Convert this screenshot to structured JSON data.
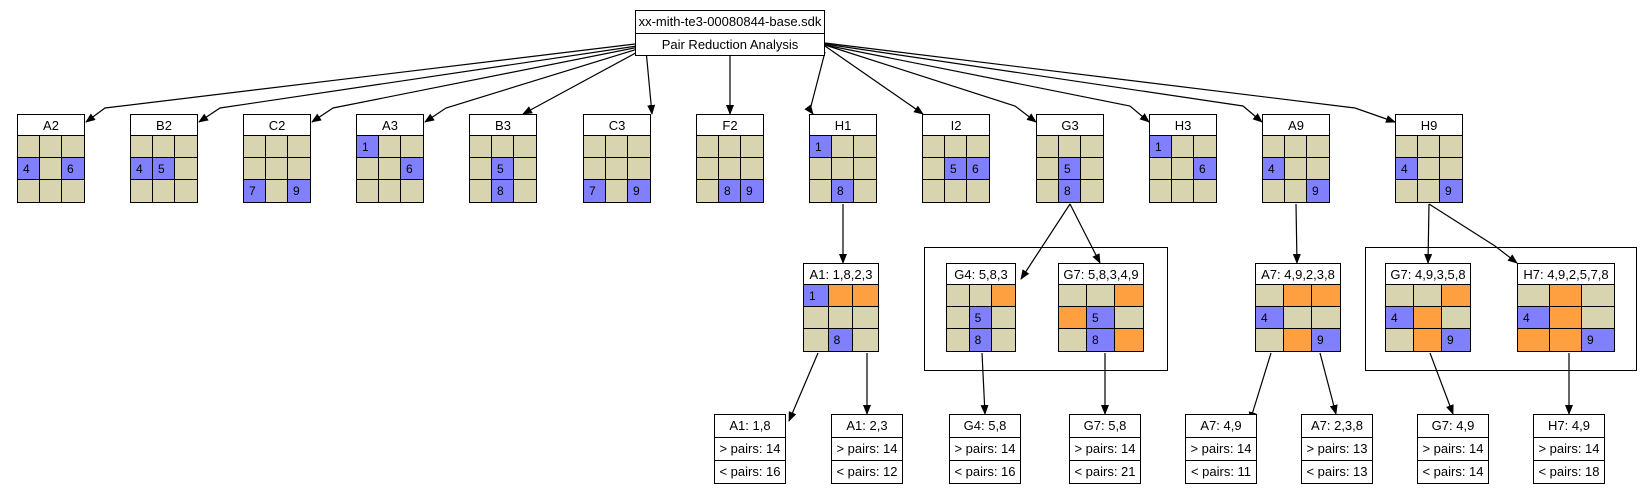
{
  "colors": {
    "cell": "#d8d4b0",
    "value": "#8080ff",
    "elim": "#ffa040",
    "line": "#000000"
  },
  "root": {
    "title": "xx-mith-te3-00080844-base.sdk",
    "subtitle": "Pair Reduction Analysis"
  },
  "nodes": [
    {
      "id": "A2",
      "label": "A2",
      "cells": [
        "",
        "",
        "",
        "4",
        "",
        "6",
        "",
        "",
        ""
      ],
      "hl": [
        0,
        0,
        0,
        1,
        0,
        1,
        0,
        0,
        0
      ]
    },
    {
      "id": "B2",
      "label": "B2",
      "cells": [
        "",
        "",
        "",
        "4",
        "5",
        "",
        "",
        "",
        ""
      ],
      "hl": [
        0,
        0,
        0,
        1,
        1,
        0,
        0,
        0,
        0
      ]
    },
    {
      "id": "C2",
      "label": "C2",
      "cells": [
        "",
        "",
        "",
        "",
        "",
        "",
        "7",
        "",
        "9"
      ],
      "hl": [
        0,
        0,
        0,
        0,
        0,
        0,
        1,
        0,
        1
      ]
    },
    {
      "id": "A3",
      "label": "A3",
      "cells": [
        "1",
        "",
        "",
        "",
        "",
        "6",
        "",
        "",
        ""
      ],
      "hl": [
        1,
        0,
        0,
        0,
        0,
        1,
        0,
        0,
        0
      ]
    },
    {
      "id": "B3",
      "label": "B3",
      "cells": [
        "",
        "",
        "",
        "",
        "5",
        "",
        "",
        "8",
        ""
      ],
      "hl": [
        0,
        0,
        0,
        0,
        1,
        0,
        0,
        1,
        0
      ]
    },
    {
      "id": "C3",
      "label": "C3",
      "cells": [
        "",
        "",
        "",
        "",
        "",
        "",
        "7",
        "",
        "9"
      ],
      "hl": [
        0,
        0,
        0,
        0,
        0,
        0,
        1,
        0,
        1
      ]
    },
    {
      "id": "F2",
      "label": "F2",
      "cells": [
        "",
        "",
        "",
        "",
        "",
        "",
        "",
        "8",
        "9"
      ],
      "hl": [
        0,
        0,
        0,
        0,
        0,
        0,
        0,
        1,
        1
      ]
    },
    {
      "id": "H1",
      "label": "H1",
      "cells": [
        "1",
        "",
        "",
        "",
        "",
        "",
        "",
        "8",
        ""
      ],
      "hl": [
        1,
        0,
        0,
        0,
        0,
        0,
        0,
        1,
        0
      ]
    },
    {
      "id": "I2",
      "label": "I2",
      "cells": [
        "",
        "",
        "",
        "",
        "5",
        "6",
        "",
        "",
        ""
      ],
      "hl": [
        0,
        0,
        0,
        0,
        1,
        1,
        0,
        0,
        0
      ]
    },
    {
      "id": "G3",
      "label": "G3",
      "cells": [
        "",
        "",
        "",
        "",
        "5",
        "",
        "",
        "8",
        ""
      ],
      "hl": [
        0,
        0,
        0,
        0,
        1,
        0,
        0,
        1,
        0
      ]
    },
    {
      "id": "H3",
      "label": "H3",
      "cells": [
        "1",
        "",
        "",
        "",
        "",
        "6",
        "",
        "",
        ""
      ],
      "hl": [
        1,
        0,
        0,
        0,
        0,
        1,
        0,
        0,
        0
      ]
    },
    {
      "id": "A9",
      "label": "A9",
      "cells": [
        "",
        "",
        "",
        "4",
        "",
        "",
        "",
        "",
        "9"
      ],
      "hl": [
        0,
        0,
        0,
        1,
        0,
        0,
        0,
        0,
        1
      ]
    },
    {
      "id": "H9",
      "label": "H9",
      "cells": [
        "",
        "",
        "",
        "4",
        "",
        "",
        "",
        "",
        "9"
      ],
      "hl": [
        0,
        0,
        0,
        1,
        0,
        0,
        0,
        0,
        1
      ]
    },
    {
      "id": "A1s",
      "label": "A1: 1,8,2,3",
      "cells": [
        "1",
        "",
        "",
        "",
        "",
        "",
        "",
        "8",
        ""
      ],
      "hl": [
        1,
        2,
        2,
        0,
        0,
        0,
        0,
        1,
        0
      ]
    },
    {
      "id": "G4s",
      "label": "G4: 5,8,3",
      "cells": [
        "",
        "",
        "",
        "",
        "5",
        "",
        "",
        "8",
        ""
      ],
      "hl": [
        0,
        0,
        2,
        0,
        1,
        0,
        0,
        1,
        0
      ]
    },
    {
      "id": "G7s",
      "label": "G7: 5,8,3,4,9",
      "cells": [
        "",
        "",
        "",
        "",
        "5",
        "",
        "",
        "8",
        ""
      ],
      "hl": [
        0,
        0,
        2,
        2,
        1,
        0,
        0,
        1,
        2
      ]
    },
    {
      "id": "A7s",
      "label": "A7: 4,9,2,3,8",
      "cells": [
        "",
        "",
        "",
        "4",
        "",
        "",
        "",
        "",
        "9"
      ],
      "hl": [
        0,
        2,
        2,
        1,
        0,
        0,
        0,
        2,
        1
      ]
    },
    {
      "id": "G7b",
      "label": "G7: 4,9,3,5,8",
      "cells": [
        "",
        "",
        "",
        "4",
        "",
        "",
        "",
        "",
        "9"
      ],
      "hl": [
        0,
        0,
        2,
        1,
        2,
        0,
        0,
        2,
        1
      ]
    },
    {
      "id": "H7s",
      "label": "H7: 4,9,2,5,7,8",
      "cells": [
        "",
        "",
        "",
        "4",
        "",
        "",
        "",
        "",
        "9"
      ],
      "hl": [
        0,
        2,
        0,
        1,
        2,
        0,
        2,
        2,
        1
      ]
    }
  ],
  "leaves": [
    {
      "id": "L1",
      "title": "A1: 1,8",
      "gt": "> pairs: 14",
      "lt": "< pairs: 16"
    },
    {
      "id": "L2",
      "title": "A1: 2,3",
      "gt": "> pairs: 14",
      "lt": "< pairs: 12"
    },
    {
      "id": "L3",
      "title": "G4: 5,8",
      "gt": "> pairs: 14",
      "lt": "< pairs: 16"
    },
    {
      "id": "L4",
      "title": "G7: 5,8",
      "gt": "> pairs: 14",
      "lt": "< pairs: 21"
    },
    {
      "id": "L5",
      "title": "A7: 4,9",
      "gt": "> pairs: 14",
      "lt": "< pairs: 11"
    },
    {
      "id": "L6",
      "title": "A7: 2,3,8",
      "gt": "> pairs: 13",
      "lt": "< pairs: 13"
    },
    {
      "id": "L7",
      "title": "G7: 4,9",
      "gt": "> pairs: 14",
      "lt": "< pairs: 14"
    },
    {
      "id": "L8",
      "title": "H7: 4,9",
      "gt": "> pairs: 14",
      "lt": "< pairs: 18"
    }
  ]
}
